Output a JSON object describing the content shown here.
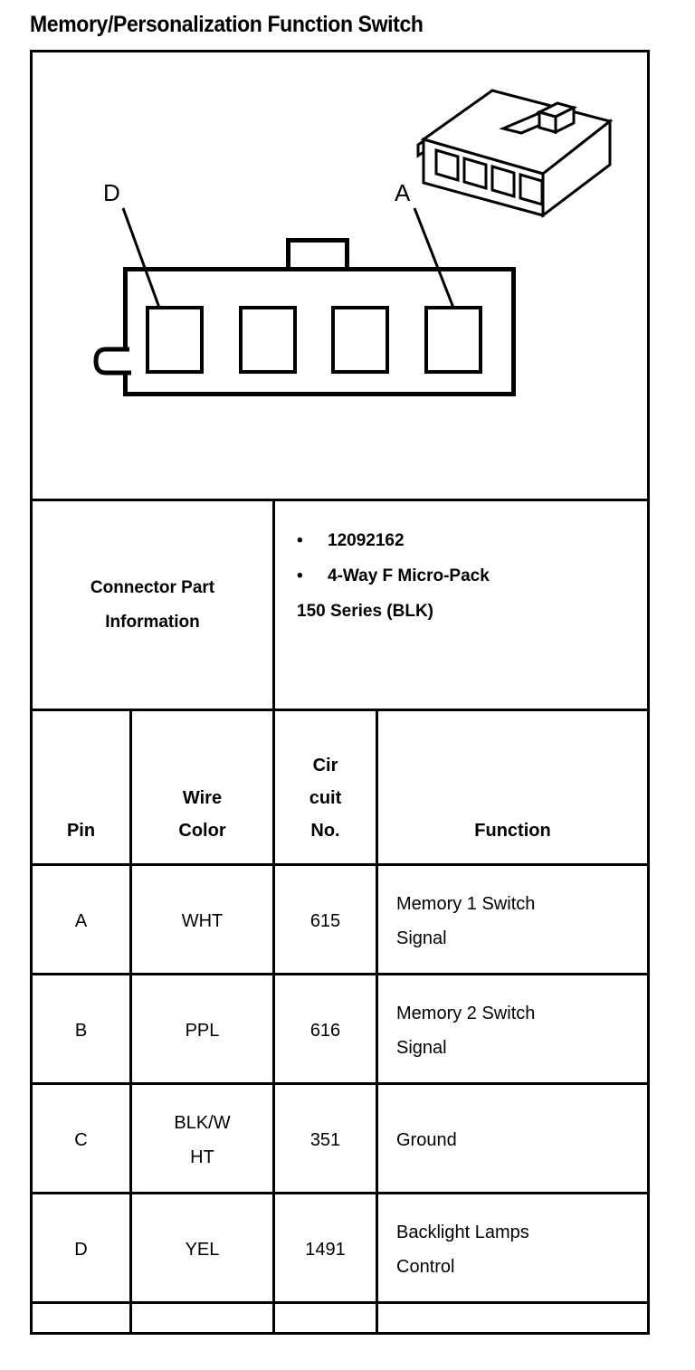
{
  "document": {
    "title": "Memory/Personalization Function Switch"
  },
  "illustration": {
    "front_view": {
      "name": "connector-front-view",
      "cavity_count": 4,
      "callouts": [
        {
          "label": "D",
          "cavity": "leftmost"
        },
        {
          "label": "A",
          "cavity": "rightmost"
        }
      ]
    },
    "iso_view": {
      "name": "connector-isometric-view",
      "cavity_count": 4
    }
  },
  "connector_part_information": {
    "label": "Connector Part\nInformation",
    "bullet_symbol": "•",
    "items": [
      "12092162",
      "4-Way F Micro-Pack"
    ],
    "continuation": "150 Series (BLK)"
  },
  "pin_table": {
    "headers": {
      "pin": "Pin",
      "wire_color": "Wire\nColor",
      "circuit_no": "Cir\ncuit\nNo.",
      "function": "Function"
    },
    "rows": [
      {
        "pin": "A",
        "wire_color": "WHT",
        "circuit_no": "615",
        "function": "Memory 1 Switch\nSignal"
      },
      {
        "pin": "B",
        "wire_color": "PPL",
        "circuit_no": "616",
        "function": "Memory 2 Switch\nSignal"
      },
      {
        "pin": "C",
        "wire_color": "BLK/W\nHT",
        "circuit_no": "351",
        "function": "Ground"
      },
      {
        "pin": "D",
        "wire_color": "YEL",
        "circuit_no": "1491",
        "function": "Backlight Lamps\nControl"
      }
    ]
  },
  "colors": {
    "ink": "#000000",
    "paper": "#ffffff"
  }
}
